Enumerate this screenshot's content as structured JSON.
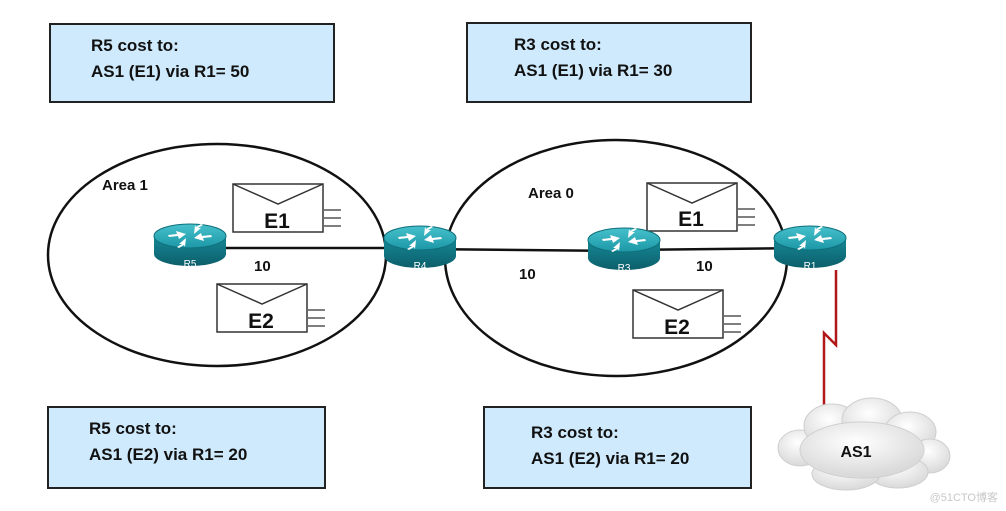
{
  "boxes": {
    "top_left": {
      "line1": "R5 cost to:",
      "line2": "AS1 (E1) via R1= 50"
    },
    "top_right": {
      "line1": "R3 cost to:",
      "line2": "AS1 (E1) via R1= 30"
    },
    "bottom_left": {
      "line1": "R5 cost to:",
      "line2": "AS1 (E2) via R1= 20"
    },
    "bottom_right": {
      "line1": "R3 cost to:",
      "line2": "AS1 (E2) via R1= 20"
    }
  },
  "areas": {
    "area1": "Area 1",
    "area0": "Area 0"
  },
  "routers": {
    "r5": "R5",
    "r4": "R4",
    "r3": "R3",
    "r1": "R1"
  },
  "links": {
    "r5_r4": "10",
    "r4_r3": "10",
    "r3_r1": "10"
  },
  "envelopes": {
    "e1_area1": "E1",
    "e2_area1": "E2",
    "e1_area0": "E1",
    "e2_area0": "E2"
  },
  "cloud": {
    "label": "AS1"
  },
  "watermark": "@51CTO博客",
  "colors": {
    "box_fill": "#cfeafc",
    "router": "#1b9aa8",
    "serial_link": "#b01818"
  }
}
